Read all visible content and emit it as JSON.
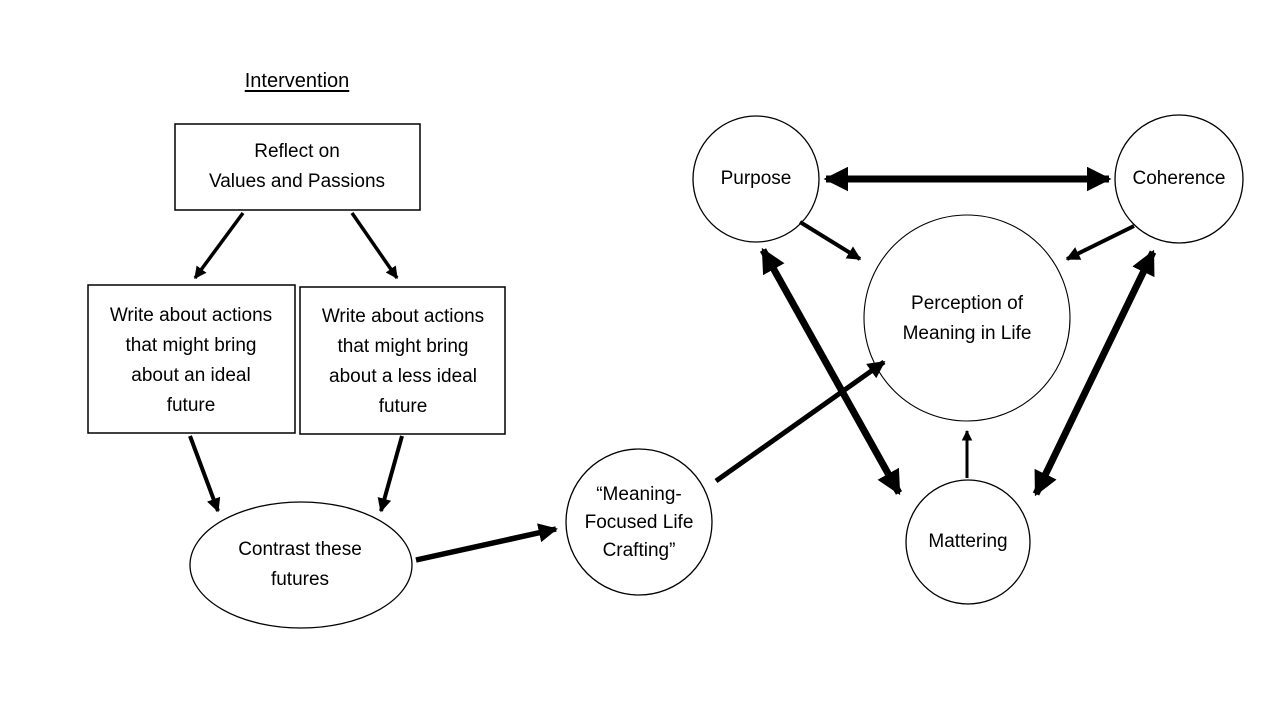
{
  "diagram": {
    "title": "Intervention",
    "nodes": {
      "reflect": {
        "label": "Reflect on\nValues and Passions",
        "shape": "rectangle"
      },
      "ideal": {
        "label": "Write about actions\nthat might bring\nabout an ideal\nfuture",
        "shape": "rectangle"
      },
      "less_ideal": {
        "label": "Write about actions\nthat might bring\nabout a less ideal\nfuture",
        "shape": "rectangle"
      },
      "contrast": {
        "label": "Contrast these\nfutures",
        "shape": "ellipse"
      },
      "crafting": {
        "label": "“Meaning-\nFocused Life\nCrafting”",
        "shape": "circle"
      },
      "purpose": {
        "label": "Purpose",
        "shape": "circle"
      },
      "coherence": {
        "label": "Coherence",
        "shape": "circle"
      },
      "perception": {
        "label": "Perception of\nMeaning in Life",
        "shape": "circle"
      },
      "mattering": {
        "label": "Mattering",
        "shape": "circle"
      }
    },
    "connections": [
      {
        "from": "reflect",
        "to": "ideal",
        "double": false
      },
      {
        "from": "reflect",
        "to": "less_ideal",
        "double": false
      },
      {
        "from": "ideal",
        "to": "contrast",
        "double": false
      },
      {
        "from": "less_ideal",
        "to": "contrast",
        "double": false
      },
      {
        "from": "contrast",
        "to": "crafting",
        "double": false
      },
      {
        "from": "crafting",
        "to": "perception",
        "double": false
      },
      {
        "from": "purpose",
        "to": "coherence",
        "double": true
      },
      {
        "from": "purpose",
        "to": "mattering",
        "double": true
      },
      {
        "from": "coherence",
        "to": "mattering",
        "double": true
      },
      {
        "from": "purpose",
        "to": "perception",
        "double": false
      },
      {
        "from": "coherence",
        "to": "perception",
        "double": false
      },
      {
        "from": "mattering",
        "to": "perception",
        "double": false
      }
    ],
    "colors": {
      "stroke": "#000000",
      "background": "#ffffff"
    }
  }
}
